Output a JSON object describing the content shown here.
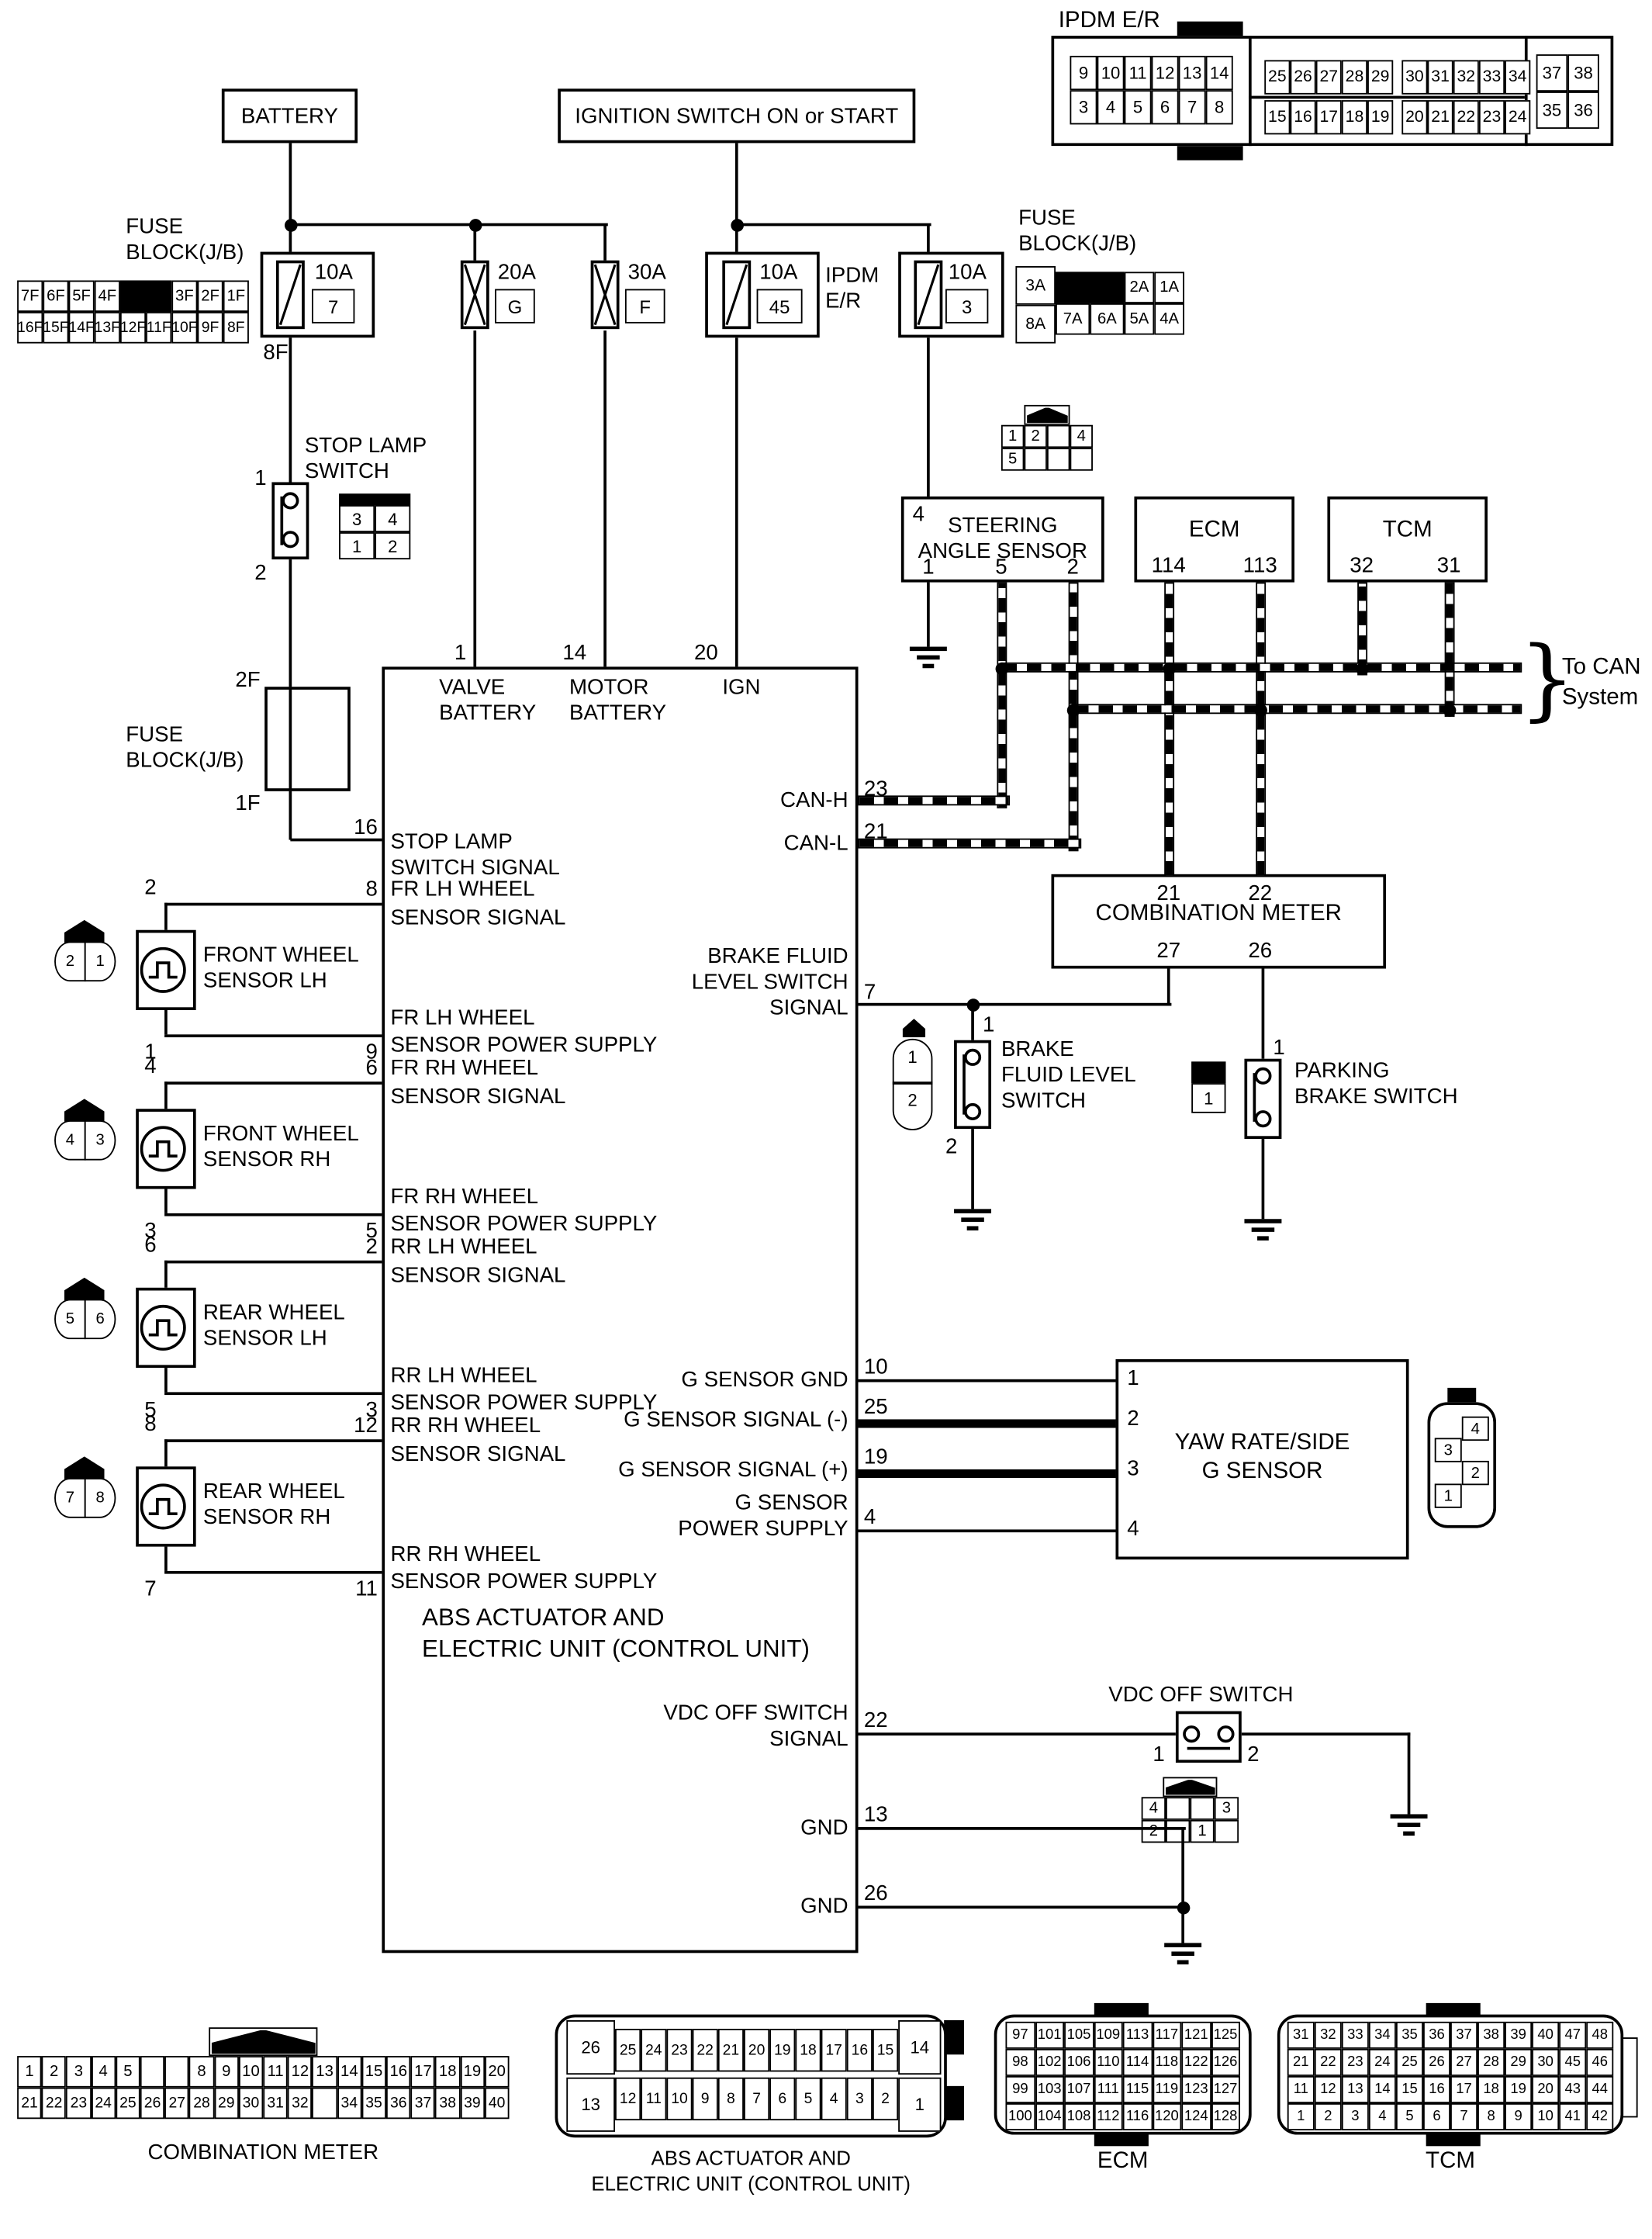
{
  "power": {
    "battery_label": "BATTERY",
    "ignition_label": "IGNITION SWITCH ON or START"
  },
  "ipdm": {
    "label": "IPDM E/R",
    "left_rows": [
      [
        "9",
        "10",
        "11",
        "12",
        "13",
        "14"
      ],
      [
        "3",
        "4",
        "5",
        "6",
        "7",
        "8"
      ]
    ],
    "mid_row1": [
      [
        "25",
        "26",
        "27",
        "28",
        "29"
      ],
      [
        "30",
        "31",
        "32",
        "33",
        "34"
      ]
    ],
    "mid_row2": [
      [
        "15",
        "16",
        "17",
        "18",
        "19"
      ],
      [
        "20",
        "21",
        "22",
        "23",
        "24"
      ]
    ],
    "right_rows": [
      [
        "37",
        "38"
      ],
      [
        "35",
        "36"
      ]
    ]
  },
  "fuse_block_left": {
    "label1": "FUSE",
    "label2": "BLOCK(J/B)",
    "row1": [
      "7F",
      "6F",
      "5F",
      "4F",
      "",
      "3F",
      "2F",
      "1F"
    ],
    "row2": [
      "16F",
      "15F",
      "14F",
      "13F",
      "12F",
      "11F",
      "10F",
      "9F",
      "8F"
    ]
  },
  "fuse_block_right": {
    "label1": "FUSE",
    "label2": "BLOCK(J/B)",
    "col_left": [
      "3A",
      "8A"
    ],
    "row1": [
      "2A",
      "1A"
    ],
    "row2": [
      "7A",
      "6A",
      "5A",
      "4A"
    ]
  },
  "fuses": {
    "f1": {
      "amp": "10A",
      "id": "7",
      "sub": "8F"
    },
    "f2": {
      "amp": "20A",
      "id": "G"
    },
    "f3": {
      "amp": "30A",
      "id": "F"
    },
    "f4": {
      "amp": "10A",
      "id": "45",
      "side1": "IPDM",
      "side2": "E/R"
    },
    "f5": {
      "amp": "10A",
      "id": "3"
    }
  },
  "stop_lamp": {
    "label1": "STOP LAMP",
    "label2": "SWITCH",
    "pin_top": "1",
    "pin_bottom": "2",
    "conn_rows": [
      [
        "3",
        "4"
      ],
      [
        "1",
        "2"
      ]
    ]
  },
  "fuse_block2": {
    "label1": "FUSE",
    "label2": "BLOCK(J/B)",
    "top": "2F",
    "bottom": "1F"
  },
  "steering": {
    "title1": "STEERING",
    "title2": "ANGLE SENSOR",
    "pin_top": "4",
    "pins_bottom": [
      "1",
      "5",
      "2"
    ],
    "conn_rows": [
      [
        "1",
        "2",
        "",
        "4"
      ],
      [
        "5",
        "",
        "",
        ""
      ]
    ]
  },
  "ecm_box": {
    "title": "ECM",
    "pins": [
      "114",
      "113"
    ]
  },
  "tcm_box": {
    "title": "TCM",
    "pins": [
      "32",
      "31"
    ]
  },
  "can": {
    "line1": "To CAN",
    "line2": "System",
    "brace": "}"
  },
  "meter_box": {
    "title": "COMBINATION METER",
    "pins_top": [
      "21",
      "22"
    ],
    "pins_bottom": [
      "27",
      "26"
    ]
  },
  "brake_fluid": {
    "conn": [
      "1",
      "2"
    ],
    "pin_top": "1",
    "pin_bottom": "2",
    "label": [
      "BRAKE",
      "FLUID LEVEL",
      "SWITCH"
    ]
  },
  "parking": {
    "conn": "1",
    "pin_top": "1",
    "label": [
      "PARKING",
      "BRAKE SWITCH"
    ]
  },
  "yaw": {
    "title1": "YAW RATE/SIDE",
    "title2": "G SENSOR",
    "pins": [
      "1",
      "2",
      "3",
      "4"
    ],
    "conn": [
      "4",
      "3",
      "2",
      "1"
    ]
  },
  "vdc": {
    "label": "VDC OFF SWITCH",
    "pin_left": "1",
    "pin_right": "2",
    "conn_rows": [
      [
        "4",
        "",
        "",
        "3"
      ],
      [
        "2",
        "",
        "1",
        ""
      ]
    ]
  },
  "abs": {
    "title1": "ABS ACTUATOR AND",
    "title2": "ELECTRIC UNIT (CONTROL UNIT)",
    "top_pins": [
      {
        "num": "1",
        "l1": "VALVE",
        "l2": "BATTERY"
      },
      {
        "num": "14",
        "l1": "MOTOR",
        "l2": "BATTERY"
      },
      {
        "num": "20",
        "l1": "IGN",
        "l2": ""
      }
    ],
    "left_pins": [
      {
        "num": "16",
        "lines": [
          "STOP LAMP",
          "SWITCH SIGNAL"
        ]
      },
      {
        "num": "8",
        "lines": [
          "FR LH WHEEL",
          "SENSOR SIGNAL"
        ]
      },
      {
        "num": "9",
        "lines": [
          "FR LH WHEEL",
          "SENSOR POWER SUPPLY"
        ]
      },
      {
        "num": "6",
        "lines": [
          "FR RH WHEEL",
          "SENSOR SIGNAL"
        ]
      },
      {
        "num": "5",
        "lines": [
          "FR RH WHEEL",
          "SENSOR POWER SUPPLY"
        ]
      },
      {
        "num": "2",
        "lines": [
          "RR LH WHEEL",
          "SENSOR SIGNAL"
        ]
      },
      {
        "num": "3",
        "lines": [
          "RR LH WHEEL",
          "SENSOR POWER SUPPLY"
        ]
      },
      {
        "num": "12",
        "lines": [
          "RR RH WHEEL",
          "SENSOR SIGNAL"
        ]
      },
      {
        "num": "11",
        "lines": [
          "RR RH WHEEL",
          "SENSOR POWER SUPPLY"
        ]
      }
    ],
    "right_pins": [
      {
        "num": "23",
        "lines": [
          "CAN-H"
        ]
      },
      {
        "num": "21",
        "lines": [
          "CAN-L"
        ]
      },
      {
        "num": "7",
        "lines": [
          "BRAKE FLUID",
          "LEVEL SWITCH",
          "SIGNAL"
        ]
      },
      {
        "num": "10",
        "lines": [
          "G SENSOR GND"
        ]
      },
      {
        "num": "25",
        "lines": [
          "G SENSOR SIGNAL (-)"
        ]
      },
      {
        "num": "19",
        "lines": [
          "G SENSOR SIGNAL (+)"
        ]
      },
      {
        "num": "4",
        "lines": [
          "G SENSOR",
          "POWER SUPPLY"
        ]
      },
      {
        "num": "22",
        "lines": [
          "VDC OFF SWITCH",
          "SIGNAL"
        ]
      },
      {
        "num": "13",
        "lines": [
          "GND"
        ]
      },
      {
        "num": "26",
        "lines": [
          "GND"
        ]
      }
    ]
  },
  "sensors": [
    {
      "name1": "FRONT WHEEL",
      "name2": "SENSOR LH",
      "conn": [
        "2",
        "1"
      ],
      "pin_top": "2",
      "pin_bottom": "1"
    },
    {
      "name1": "FRONT WHEEL",
      "name2": "SENSOR RH",
      "conn": [
        "4",
        "3"
      ],
      "pin_top": "4",
      "pin_bottom": "3"
    },
    {
      "name1": "REAR WHEEL",
      "name2": "SENSOR LH",
      "conn": [
        "5",
        "6"
      ],
      "pin_top": "6",
      "pin_bottom": "5"
    },
    {
      "name1": "REAR WHEEL",
      "name2": "SENSOR RH",
      "conn": [
        "7",
        "8"
      ],
      "pin_top": "8",
      "pin_bottom": "7"
    }
  ],
  "bottom": {
    "meter": {
      "label": "COMBINATION METER",
      "row1": [
        "1",
        "2",
        "3",
        "4",
        "5",
        "",
        "",
        "8",
        "9",
        "10",
        "11",
        "12",
        "13",
        "14",
        "15",
        "16",
        "17",
        "18",
        "19",
        "20"
      ],
      "row2": [
        "21",
        "22",
        "23",
        "24",
        "25",
        "26",
        "27",
        "28",
        "29",
        "30",
        "31",
        "32",
        "",
        "34",
        "35",
        "36",
        "37",
        "38",
        "39",
        "40"
      ]
    },
    "abs": {
      "label1": "ABS ACTUATOR AND",
      "label2": "ELECTRIC UNIT (CONTROL UNIT)",
      "left_top": "26",
      "top": [
        "25",
        "24",
        "23",
        "22",
        "21",
        "20",
        "19",
        "18",
        "17",
        "16",
        "15"
      ],
      "right_top": "14",
      "left_bottom": "13",
      "bottom": [
        "12",
        "11",
        "10",
        "9",
        "8",
        "7",
        "6",
        "5",
        "4",
        "3",
        "2"
      ],
      "right_bottom": "1"
    },
    "ecm": {
      "label": "ECM",
      "rows": [
        [
          "97",
          "101",
          "105",
          "109",
          "113",
          "117",
          "121",
          "125"
        ],
        [
          "98",
          "102",
          "106",
          "110",
          "114",
          "118",
          "122",
          "126"
        ],
        [
          "99",
          "103",
          "107",
          "111",
          "115",
          "119",
          "123",
          "127"
        ],
        [
          "100",
          "104",
          "108",
          "112",
          "116",
          "120",
          "124",
          "128"
        ]
      ]
    },
    "tcm": {
      "label": "TCM",
      "rows": [
        [
          "31",
          "32",
          "33",
          "34",
          "35",
          "36",
          "37",
          "38",
          "39",
          "40",
          "47",
          "48"
        ],
        [
          "21",
          "22",
          "23",
          "24",
          "25",
          "26",
          "27",
          "28",
          "29",
          "30",
          "45",
          "46"
        ],
        [
          "11",
          "12",
          "13",
          "14",
          "15",
          "16",
          "17",
          "18",
          "19",
          "20",
          "43",
          "44"
        ],
        [
          "1",
          "2",
          "3",
          "4",
          "5",
          "6",
          "7",
          "8",
          "9",
          "10",
          "41",
          "42"
        ]
      ]
    }
  }
}
